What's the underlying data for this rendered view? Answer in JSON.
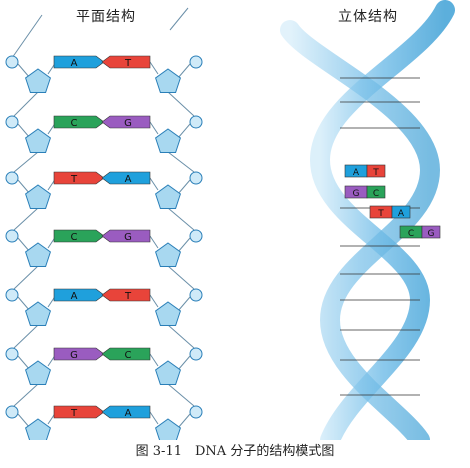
{
  "titles": {
    "planar": "平面结构",
    "spatial": "立体结构"
  },
  "caption": "图 3-11　DNA 分子的结构模式图",
  "colors": {
    "A": "#1fa0dc",
    "T": "#e8443a",
    "C": "#2aa35a",
    "G": "#9a5cc0",
    "sugar": "#a8d8f0",
    "phosphate": "#cfeaf8",
    "outline": "#2a7fb8",
    "helix": "#7fc3ea"
  },
  "planar_pairs": [
    {
      "left": "A",
      "right": "T"
    },
    {
      "left": "C",
      "right": "G"
    },
    {
      "left": "T",
      "right": "A"
    },
    {
      "left": "C",
      "right": "G"
    },
    {
      "left": "A",
      "right": "T"
    },
    {
      "left": "G",
      "right": "C"
    },
    {
      "left": "T",
      "right": "A"
    }
  ],
  "helix_pairs": [
    {
      "left": "A",
      "right": "T"
    },
    {
      "left": "G",
      "right": "C"
    },
    {
      "left": "T",
      "right": "A"
    },
    {
      "left": "C",
      "right": "G"
    }
  ]
}
